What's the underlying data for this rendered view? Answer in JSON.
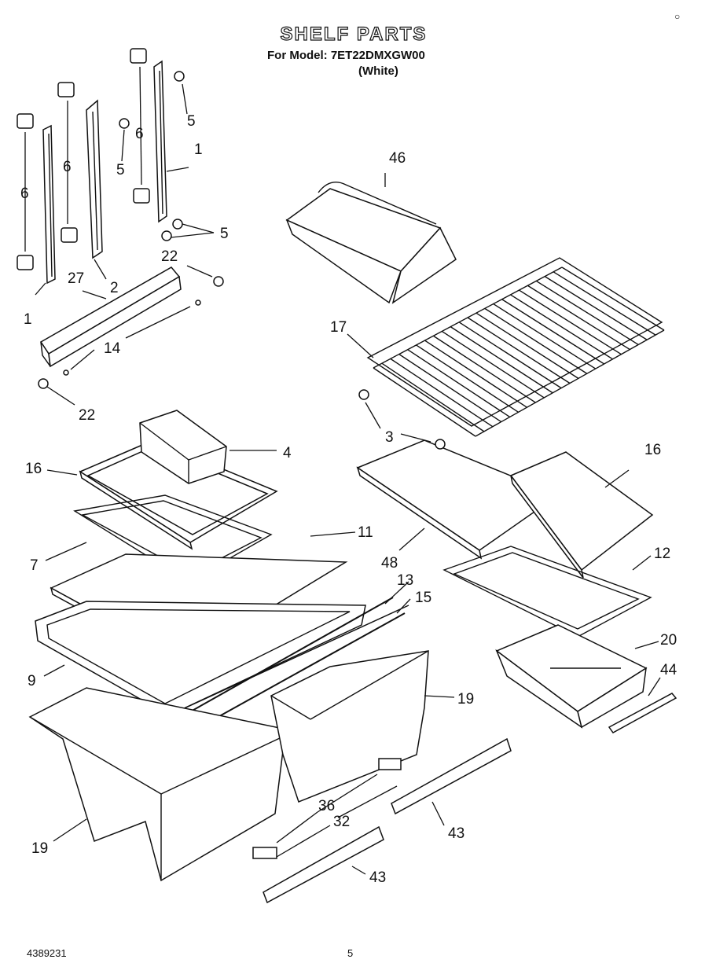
{
  "header": {
    "title": "SHELF PARTS",
    "model_line": "For Model: 7ET22DMXGW00",
    "color_line": "(White)"
  },
  "footer": {
    "doc_number": "4389231",
    "page_number": "5"
  },
  "corner_mark": "○",
  "callouts": {
    "c1a": "1",
    "c1b": "1",
    "c2": "2",
    "c3": "3",
    "c4": "4",
    "c5a": "5",
    "c5b": "5",
    "c5c": "5",
    "c6a": "6",
    "c6b": "6",
    "c6c": "6",
    "c7": "7",
    "c9": "9",
    "c11": "11",
    "c12": "12",
    "c13": "13",
    "c14": "14",
    "c15": "15",
    "c16a": "16",
    "c16b": "16",
    "c17": "17",
    "c19a": "19",
    "c19b": "19",
    "c20": "20",
    "c22a": "22",
    "c22b": "22",
    "c27": "27",
    "c32": "32",
    "c36": "36",
    "c43a": "43",
    "c43b": "43",
    "c44": "44",
    "c46": "46",
    "c48": "48"
  }
}
